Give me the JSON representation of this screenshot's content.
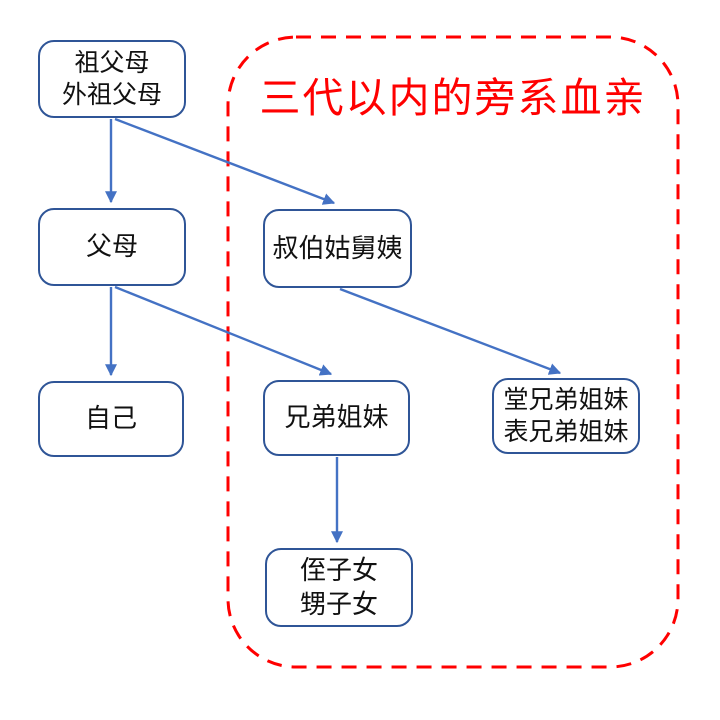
{
  "diagram": {
    "group": {
      "title": "三代以内的旁系血亲",
      "title_color": "#FF0000",
      "border_color": "#FF0000",
      "border_style": "dashed"
    },
    "colors": {
      "node_border": "#2F5597",
      "node_fill": "#FFFFFF",
      "arrow": "#4472C4",
      "text": "#111111"
    },
    "nodes": [
      {
        "id": "grandparents",
        "label": "祖父母\n外祖父母"
      },
      {
        "id": "parents",
        "label": "父母"
      },
      {
        "id": "uncles-aunts",
        "label": "叔伯姑舅姨"
      },
      {
        "id": "self",
        "label": "自己"
      },
      {
        "id": "siblings",
        "label": "兄弟姐妹"
      },
      {
        "id": "cousins",
        "label": "堂兄弟姐妹\n表兄弟姐妹"
      },
      {
        "id": "nephews-nieces",
        "label": "侄子女\n甥子女"
      }
    ],
    "edges": [
      {
        "from": "grandparents",
        "to": "parents"
      },
      {
        "from": "grandparents",
        "to": "uncles-aunts"
      },
      {
        "from": "parents",
        "to": "self"
      },
      {
        "from": "parents",
        "to": "siblings"
      },
      {
        "from": "uncles-aunts",
        "to": "cousins"
      },
      {
        "from": "siblings",
        "to": "nephews-nieces"
      }
    ]
  }
}
